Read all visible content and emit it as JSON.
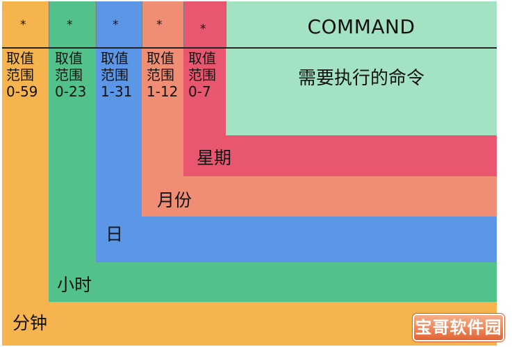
{
  "columns": [
    {
      "star": "*",
      "range_label": "取值",
      "range_label2": "范围",
      "range": "0-59",
      "name": "分钟",
      "color": "#f6b44e"
    },
    {
      "star": "*",
      "range_label": "取值",
      "range_label2": "范围",
      "range": "0-23",
      "name": "小时",
      "color": "#52c28a"
    },
    {
      "star": "*",
      "range_label": "取值",
      "range_label2": "范围",
      "range": "1-31",
      "name": "日",
      "color": "#5c96e6"
    },
    {
      "star": "*",
      "range_label": "取值",
      "range_label2": "范围",
      "range": "1-12",
      "name": "月份",
      "color": "#ef8e74"
    },
    {
      "star": "*",
      "range_label": "取值",
      "range_label2": "范围",
      "range": "0-7",
      "name": "星期",
      "color": "#e9566f"
    }
  ],
  "command": {
    "title": "COMMAND",
    "description": "需要执行的命令",
    "color": "#a3e2c3"
  },
  "watermark": "宝哥软件园"
}
